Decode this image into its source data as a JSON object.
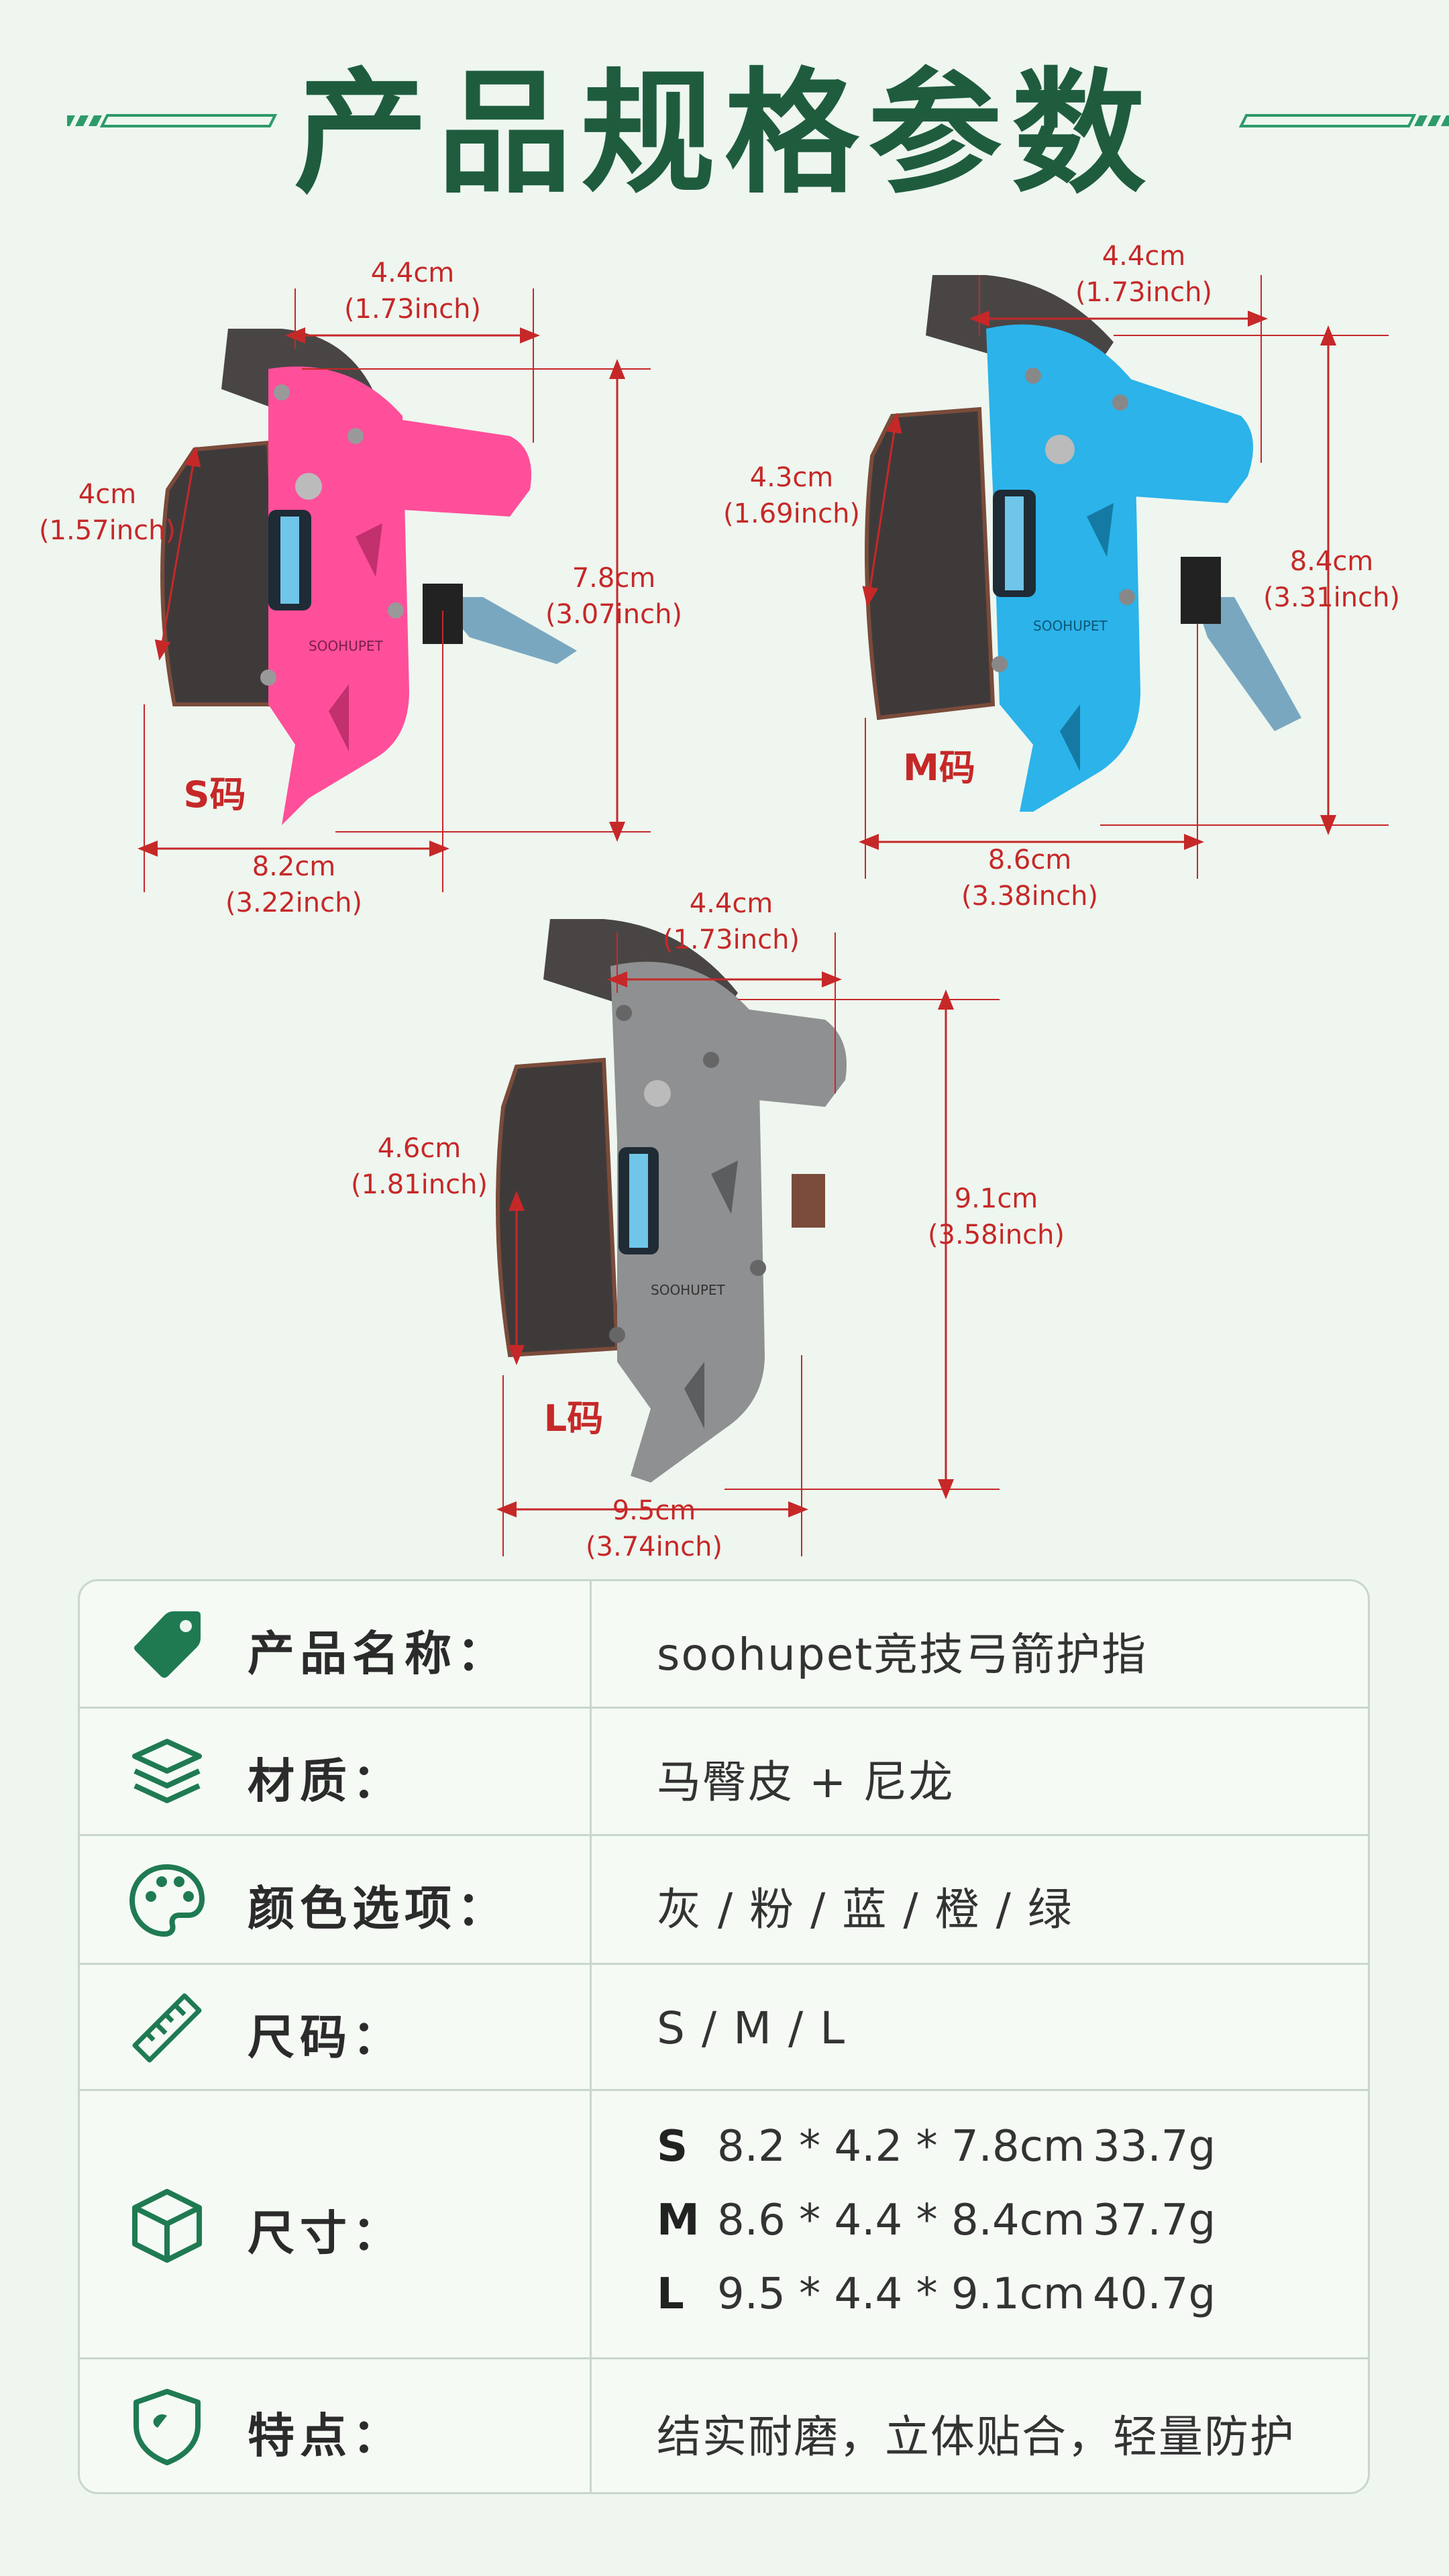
{
  "title": "产品规格参数",
  "colors": {
    "accent": "#1f5c3e",
    "dimension": "#c62828",
    "pink": "#ff4f9a",
    "blue": "#2bb3ea",
    "gray": "#8f9092"
  },
  "products": {
    "s": {
      "label": "S码",
      "width_top": "4.4cm",
      "width_top_in": "(1.73inch)",
      "left_h": "4cm",
      "left_h_in": "(1.57inch)",
      "right_h": "7.8cm",
      "right_h_in": "(3.07inch)",
      "bottom_w": "8.2cm",
      "bottom_w_in": "(3.22inch)"
    },
    "m": {
      "label": "M码",
      "width_top": "4.4cm",
      "width_top_in": "(1.73inch)",
      "left_h": "4.3cm",
      "left_h_in": "(1.69inch)",
      "right_h": "8.4cm",
      "right_h_in": "(3.31inch)",
      "bottom_w": "8.6cm",
      "bottom_w_in": "(3.38inch)"
    },
    "l": {
      "label": "L码",
      "width_top": "4.4cm",
      "width_top_in": "(1.73inch)",
      "left_h": "4.6cm",
      "left_h_in": "(1.81inch)",
      "right_h": "9.1cm",
      "right_h_in": "(3.58inch)",
      "bottom_w": "9.5cm",
      "bottom_w_in": "(3.74inch)"
    }
  },
  "spec": {
    "name": {
      "label": "产品名称：",
      "value": "soohupet竞技弓箭护指",
      "icon": "tag-icon"
    },
    "material": {
      "label": "材质：",
      "value": "马臀皮 + 尼龙",
      "icon": "layers-icon"
    },
    "color": {
      "label": "颜色选项：",
      "value": "灰 / 粉 / 蓝 / 橙 / 绿",
      "icon": "palette-icon"
    },
    "size_code": {
      "label": "尺码：",
      "value": "S / M / L",
      "icon": "ruler-icon"
    },
    "dimensions": {
      "label": "尺寸：",
      "icon": "box-icon",
      "rows": [
        {
          "size": "S",
          "dims": "8.2 * 4.2 * 7.8cm",
          "weight": "33.7g"
        },
        {
          "size": "M",
          "dims": "8.6 * 4.4 * 8.4cm",
          "weight": "37.7g"
        },
        {
          "size": "L",
          "dims": "9.5 * 4.4 * 9.1cm",
          "weight": "40.7g"
        }
      ]
    },
    "features": {
      "label": "特点：",
      "value": "结实耐磨，立体贴合，轻量防护",
      "icon": "shield-icon"
    }
  }
}
